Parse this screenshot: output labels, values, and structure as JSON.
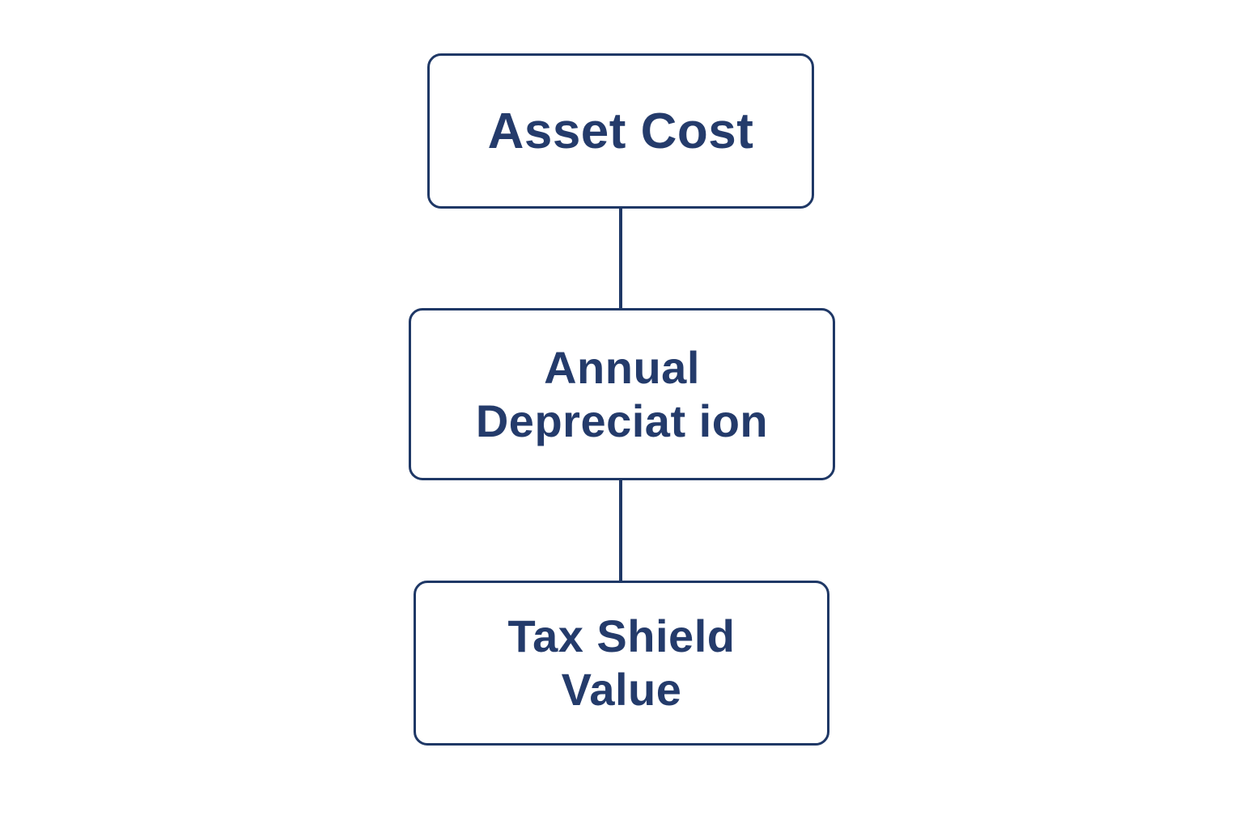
{
  "diagram": {
    "type": "flowchart-vertical",
    "background_color": "#ffffff",
    "accent_color": "#1f3866",
    "text_color": "#243b6b",
    "nodes": [
      {
        "id": "asset-cost",
        "label": "Asset Cost"
      },
      {
        "id": "annual-depreciation",
        "label": "Annual\nDepreciat ion"
      },
      {
        "id": "tax-shield-value",
        "label": "Tax Shield\nValue"
      }
    ],
    "connectors": [
      {
        "from": "asset-cost",
        "to": "annual-depreciation"
      },
      {
        "from": "annual-depreciation",
        "to": "tax-shield-value"
      }
    ]
  }
}
